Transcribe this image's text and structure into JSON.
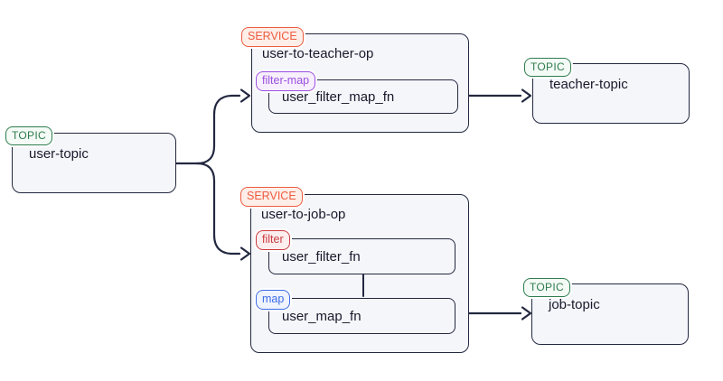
{
  "diagram": {
    "colors": {
      "box_fill": "#f4f6fa",
      "box_border": "#232840",
      "arrow": "#232840",
      "text": "#181a2b",
      "topic": {
        "fg": "#2e7d4f",
        "bg": "#f4faf5"
      },
      "service": {
        "fg": "#ee5b3f",
        "bg": "#fdeee8"
      },
      "filter_map": {
        "fg": "#9b4fe0",
        "bg": "#f7effd"
      },
      "filter": {
        "fg": "#cc3b40",
        "bg": "#fceeee"
      },
      "map": {
        "fg": "#3e6ce8",
        "bg": "#eef3fd"
      }
    },
    "nodes": {
      "user_topic": {
        "badge": "TOPIC",
        "label": "user-topic"
      },
      "teacher_topic": {
        "badge": "TOPIC",
        "label": "teacher-topic"
      },
      "job_topic": {
        "badge": "TOPIC",
        "label": "job-topic"
      },
      "user_to_teacher_op": {
        "badge": "SERVICE",
        "label": "user-to-teacher-op",
        "steps": [
          {
            "badge": "filter-map",
            "label": "user_filter_map_fn"
          }
        ]
      },
      "user_to_job_op": {
        "badge": "SERVICE",
        "label": "user-to-job-op",
        "steps": [
          {
            "badge": "filter",
            "label": "user_filter_fn"
          },
          {
            "badge": "map",
            "label": "user_map_fn"
          }
        ]
      }
    },
    "edges": [
      {
        "from": "user-topic",
        "to": "user-to-teacher-op"
      },
      {
        "from": "user-topic",
        "to": "user-to-job-op"
      },
      {
        "from": "user-to-teacher-op",
        "to": "teacher-topic"
      },
      {
        "from": "user-to-job-op",
        "to": "job-topic"
      },
      {
        "from": "user_filter_fn",
        "to": "user_map_fn"
      }
    ]
  }
}
